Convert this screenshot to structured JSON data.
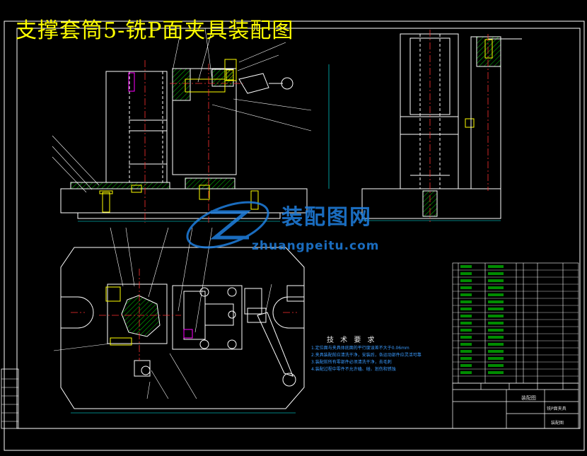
{
  "title": "支撑套筒5-铣P面夹具装配图",
  "watermark": {
    "cn": "装配图网",
    "en": "zhuangpeitu.com"
  },
  "tech_requirements": {
    "heading": "技 术 要 求",
    "items": [
      "1.定位面与夹具体底面的平行度误差不大于0.06mm",
      "2.夹具装配前应清洗干净，安装后，各运动部件应灵活可靠",
      "3.装配前所有零部件必须清洗干净，去毛刺",
      "4.装配过程中零件不允许磕、碰、划伤和锈蚀"
    ]
  },
  "title_block": {
    "main": "装配图",
    "name": "铣P面夹具",
    "drawing": "装配图"
  },
  "colors": {
    "background": "#000000",
    "frame": "#ffffff",
    "outline": "#00ff00",
    "center": "#ff3030",
    "hatch": "#00ff00",
    "dim": "#00ffff",
    "title": "#ffff00",
    "part": "#ff00ff",
    "watermark": "#1f7fe0"
  }
}
